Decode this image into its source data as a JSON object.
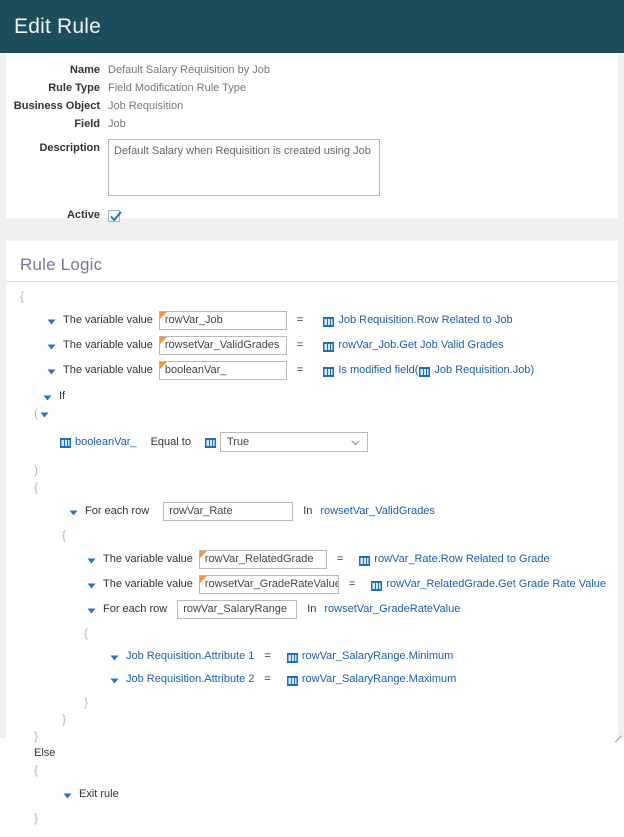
{
  "header": {
    "title": "Edit Rule"
  },
  "details": {
    "rows": [
      {
        "label": "Name",
        "value": "Default Salary Requisition by Job"
      },
      {
        "label": "Rule Type",
        "value": "Field Modification Rule Type"
      },
      {
        "label": "Business Object",
        "value": "Job Requisition"
      },
      {
        "label": "Field",
        "value": "Job"
      }
    ],
    "description_label": "Description",
    "description_value": "Default Salary when Requisition is created using Job",
    "active_label": "Active",
    "active_checked": true
  },
  "logic": {
    "title": "Rule Logic",
    "open_brace": "{",
    "close_brace": "}",
    "keywords": {
      "the_variable_value": "The variable value",
      "if": "If",
      "else": "Else",
      "for_each_row": "For each row",
      "in": "In",
      "equal_to": "Equal to",
      "exit_rule": "Exit rule",
      "equals": "="
    },
    "statements": {
      "var_job": {
        "input": "rowVar_Job",
        "expr": "Job Requisition.Row Related to Job"
      },
      "var_validgrades": {
        "input": "rowsetVar_ValidGrades",
        "expr": "rowVar_Job.Get Job Valid Grades"
      },
      "var_boolean": {
        "input": "booleanVar_",
        "expr_prefix": "Is modified field(",
        "expr_inner": "Job Requisition.Job",
        "expr_suffix": ")"
      },
      "condition": {
        "left": "booleanVar_",
        "operator": "Equal to",
        "value": "True"
      },
      "loop_rate": {
        "input": "rowVar_Rate",
        "in_value": "rowsetVar_ValidGrades"
      },
      "var_relatedgrade": {
        "input": "rowVar_RelatedGrade",
        "expr": "rowVar_Rate.Row Related to Grade"
      },
      "var_graderatevalue": {
        "input": "rowsetVar_GradeRateValue",
        "expr": "rowVar_RelatedGrade.Get Grade Rate Value"
      },
      "loop_salaryrange": {
        "input": "rowVar_SalaryRange",
        "in_value": "rowsetVar_GradeRateValue"
      },
      "assign_attr1": {
        "target": "Job Requisition.Attribute 1",
        "expr": "rowVar_SalaryRange.Minimum"
      },
      "assign_attr2": {
        "target": "Job Requisition.Attribute 2",
        "expr": "rowVar_SalaryRange.Maximum"
      }
    }
  },
  "colors": {
    "header_bg": "#1d4e5c",
    "accent_blue": "#1b5fa8",
    "required_marker": "#f0983c",
    "panel_bg": "#ffffff",
    "page_bg": "#f0f0f0"
  }
}
